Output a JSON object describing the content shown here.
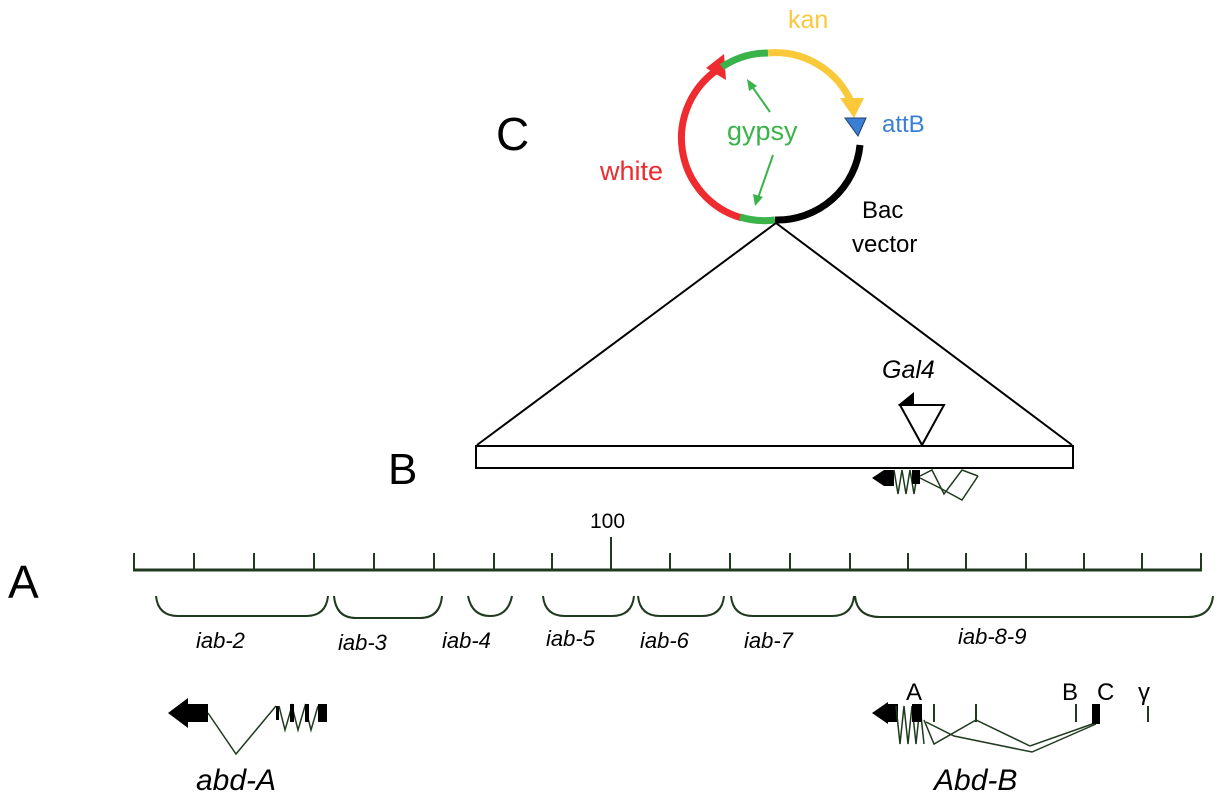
{
  "panels": {
    "a_label": "A",
    "b_label": "B",
    "c_label": "C"
  },
  "plasmid": {
    "kan_label": "kan",
    "attb_label": "attB",
    "gypsy_label": "gypsy",
    "white_label": "white",
    "bac_label_line1": "Bac",
    "bac_label_line2": "vector"
  },
  "insert": {
    "gal4_label": "Gal4"
  },
  "map": {
    "scale_label": "100",
    "domains": [
      "iab-2",
      "iab-3",
      "iab-4",
      "iab-5",
      "iab-6",
      "iab-7",
      "iab-8-9"
    ]
  },
  "genes": {
    "abd_a_label": "abd-A",
    "abd_b_label": "Abd-B",
    "promoter_a": "A",
    "promoter_b": "B",
    "promoter_c": "C",
    "promoter_gamma": "γ"
  },
  "colors": {
    "white_gene": "#ee2b2e",
    "gypsy": "#39b34a",
    "kan": "#f9c93a",
    "attb": "#3a7fd5",
    "bac": "#000000",
    "gene_line": "#1f3a1f"
  }
}
